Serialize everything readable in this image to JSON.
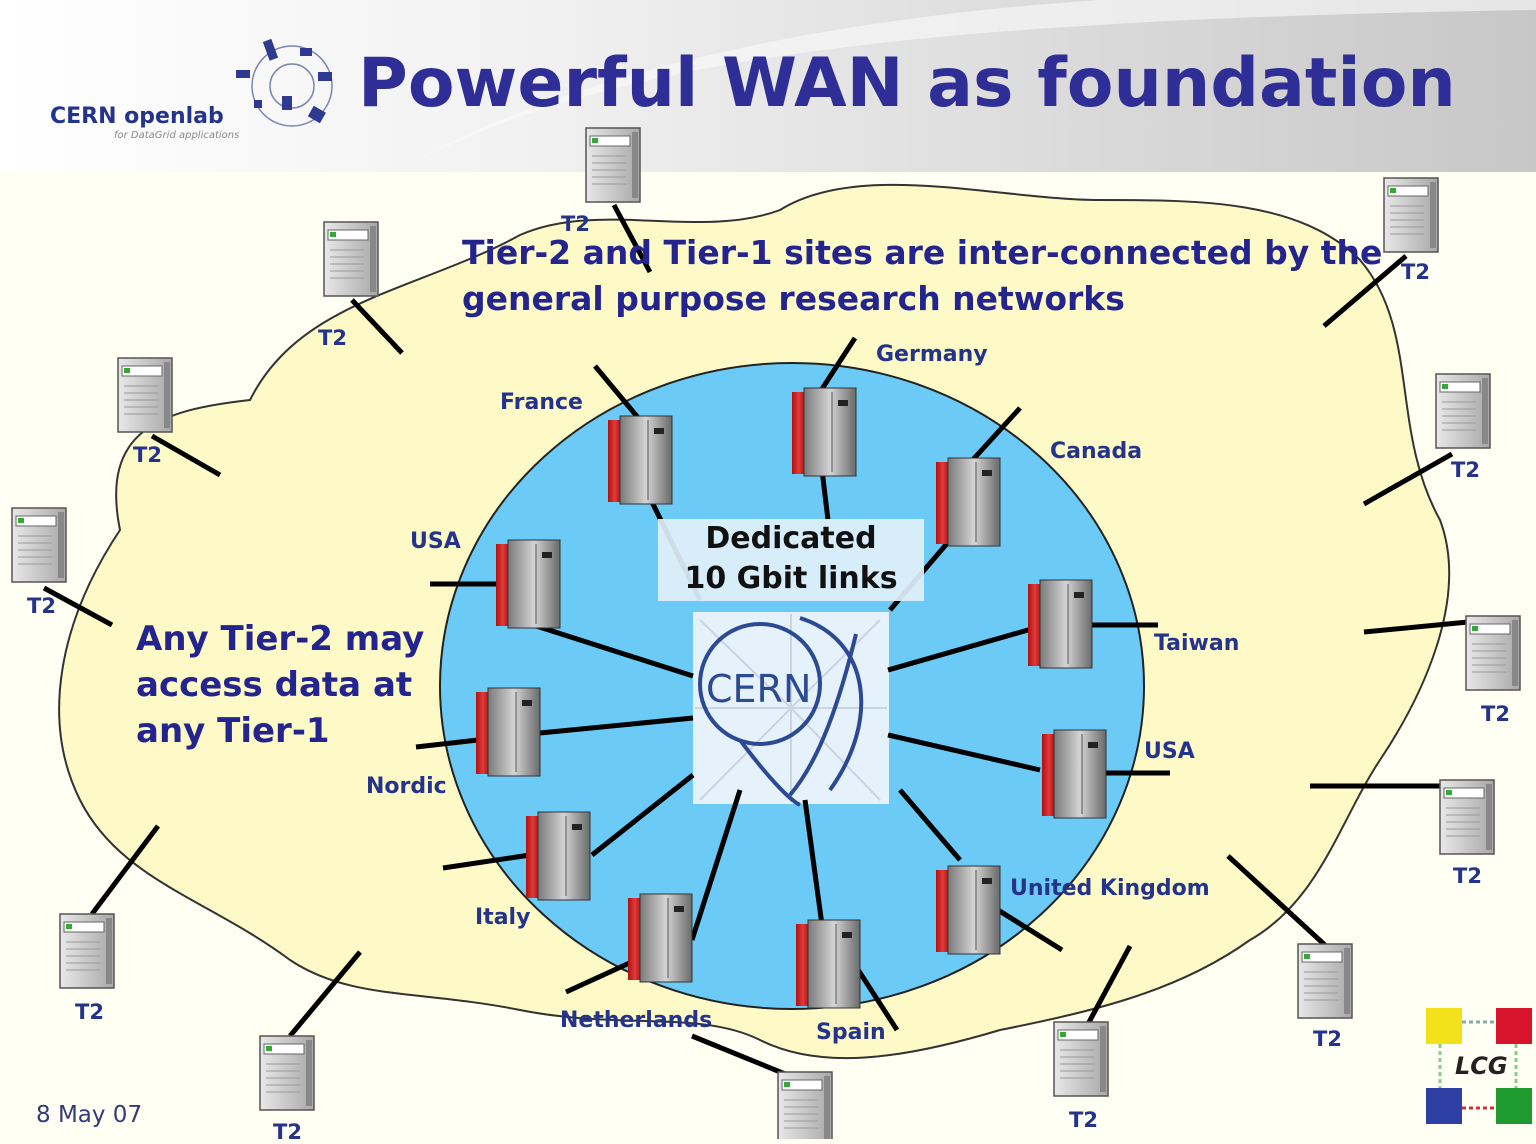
{
  "title": "Powerful WAN as foundation",
  "branding": {
    "name": "CERN openlab",
    "tagline": "for DataGrid applications"
  },
  "notes": {
    "tier_networks": [
      "Tier-2 and Tier-1 sites are inter-connected by the",
      "general purpose research networks"
    ],
    "any_tier2": [
      "Any Tier-2 may",
      "access data at",
      "any Tier-1"
    ],
    "dedicated": [
      "Dedicated",
      "10 Gbit links"
    ]
  },
  "center": {
    "label": "CERN"
  },
  "tier1_sites": [
    "Germany",
    "France",
    "Canada",
    "USA",
    "Taiwan",
    "Nordic",
    "USA",
    "Italy",
    "United Kingdom",
    "Netherlands",
    "Spain"
  ],
  "tier2_label": "T2",
  "footer": {
    "date": "8 May 07",
    "logo_text": "LCG"
  },
  "colors": {
    "cloud": "#fdfac8",
    "ring": "#6ccaf6",
    "title": "#2e2e96",
    "link": "#000000",
    "label": "#24348a"
  }
}
